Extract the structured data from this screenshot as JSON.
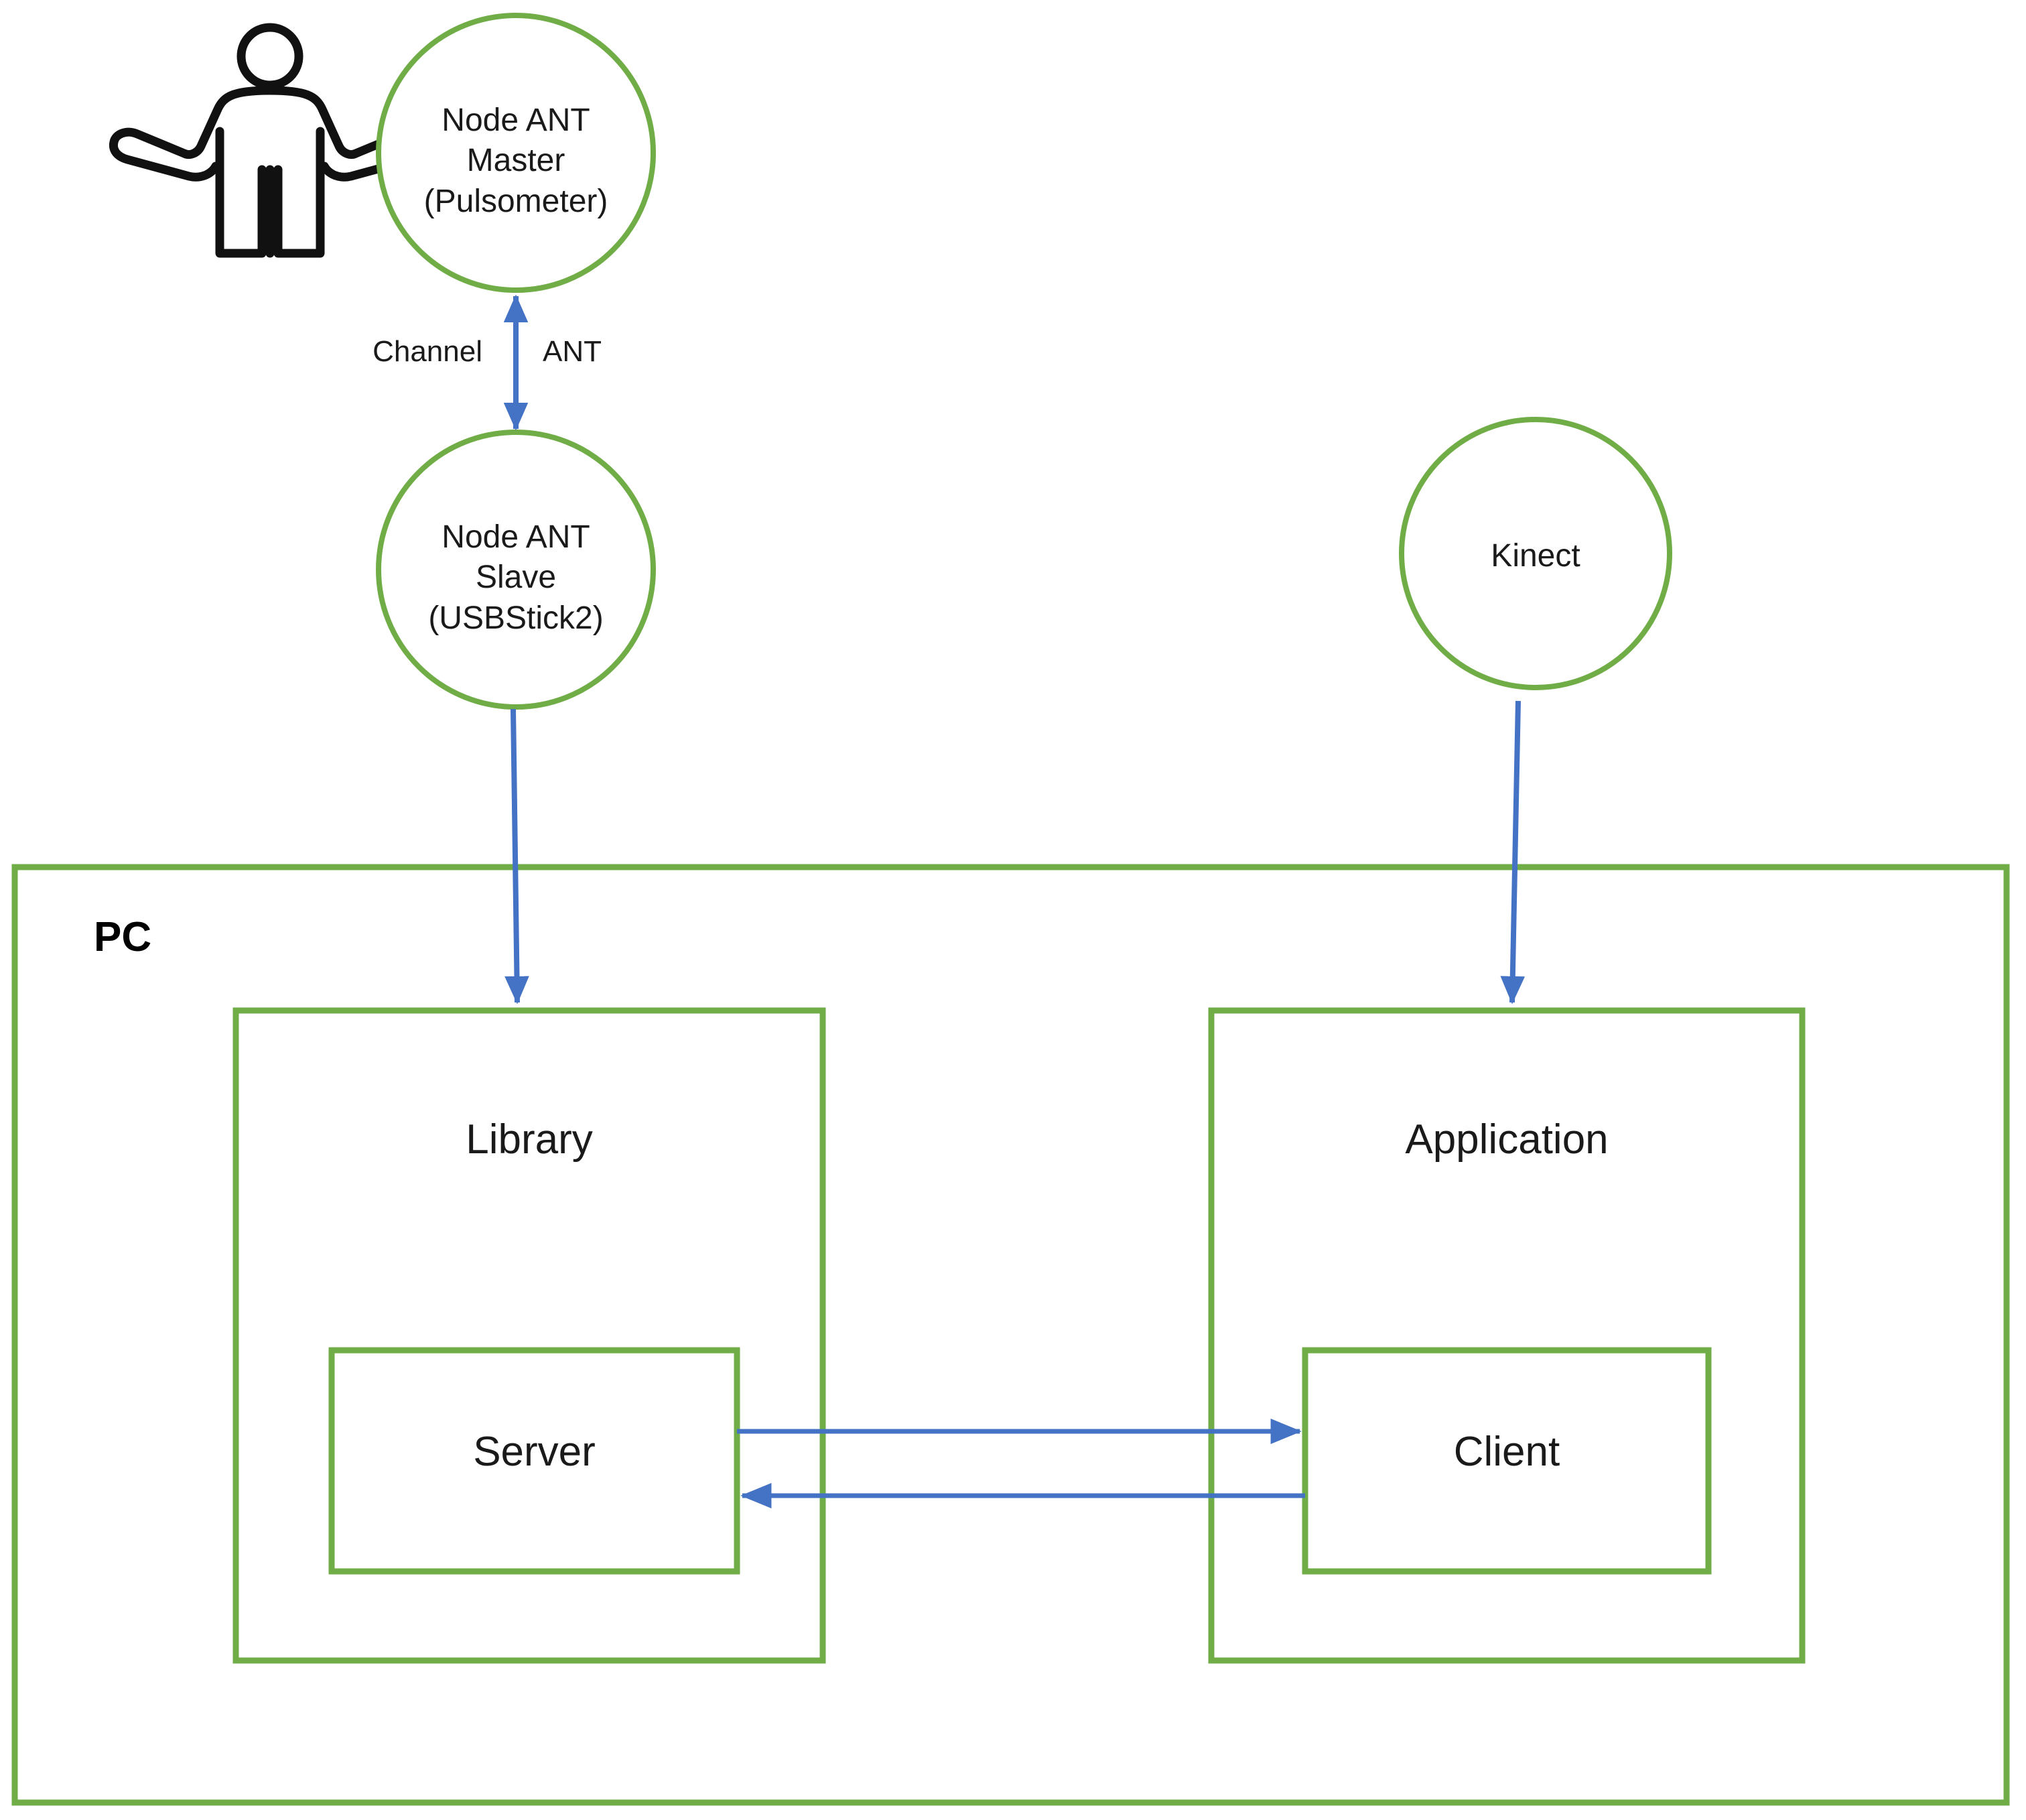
{
  "diagram": {
    "title": "ANT Pulsometer and Kinect PC architecture diagram",
    "colors": {
      "node_stroke": "#70AD47",
      "arrow": "#4472C4",
      "text": "#1A1A1A",
      "background": "#FFFFFF",
      "person_icon": "#000000"
    },
    "nodes": [
      {
        "id": "person",
        "type": "icon",
        "icon": "person-standing-icon",
        "label": ""
      },
      {
        "id": "node-ant-master",
        "type": "circle",
        "label": "Node ANT\nMaster\n(Pulsometer)"
      },
      {
        "id": "node-ant-slave",
        "type": "circle",
        "label": "Node ANT\nSlave\n(USBStick2)"
      },
      {
        "id": "kinect",
        "type": "circle",
        "label": "Kinect"
      },
      {
        "id": "pc",
        "type": "container",
        "label": "PC"
      },
      {
        "id": "library",
        "type": "container",
        "label": "Library"
      },
      {
        "id": "server",
        "type": "box",
        "label": "Server"
      },
      {
        "id": "application",
        "type": "container",
        "label": "Application"
      },
      {
        "id": "client",
        "type": "box",
        "label": "Client"
      }
    ],
    "edges": [
      {
        "id": "ant-channel",
        "from": "node-ant-slave",
        "to": "node-ant-master",
        "direction": "bidirectional",
        "label_left": "Channel",
        "label_right": "ANT"
      },
      {
        "id": "slave-to-library",
        "from": "node-ant-slave",
        "to": "library",
        "direction": "down",
        "label": ""
      },
      {
        "id": "kinect-to-application",
        "from": "kinect",
        "to": "application",
        "direction": "down",
        "label": ""
      },
      {
        "id": "server-to-client",
        "from": "server",
        "to": "client",
        "direction": "right",
        "label": ""
      },
      {
        "id": "client-to-server",
        "from": "client",
        "to": "server",
        "direction": "left",
        "label": ""
      }
    ]
  }
}
